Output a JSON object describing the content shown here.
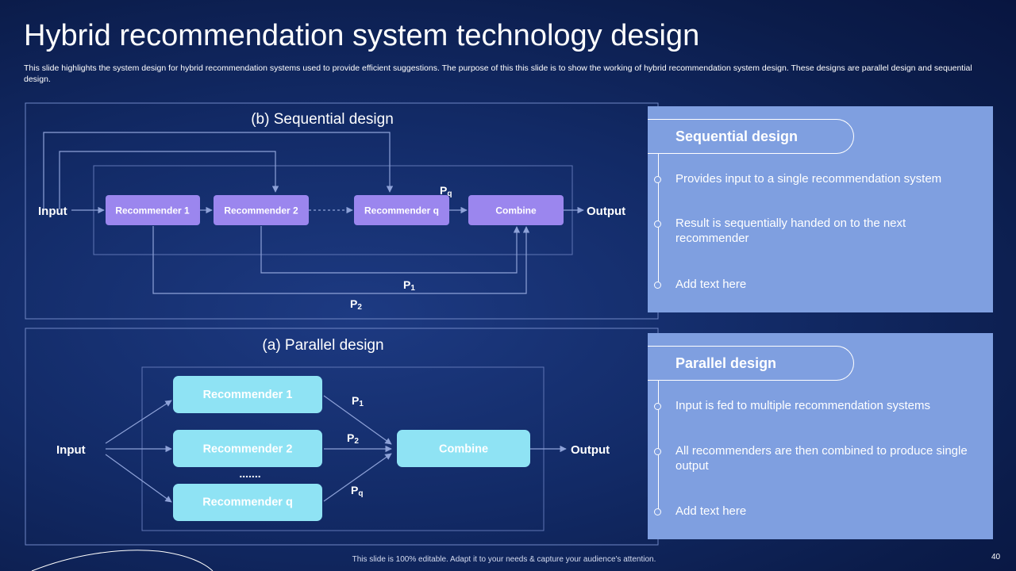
{
  "slide": {
    "title": "Hybrid recommendation system technology design",
    "subtitle": "This slide highlights the system design for hybrid recommendation systems used to provide efficient suggestions. The purpose of this this slide is to show the working of hybrid recommendation system design. These designs are parallel design and sequential design.",
    "footer": "This slide is 100% editable. Adapt it to your needs & capture your audience's attention.",
    "page_number": "40"
  },
  "sequential_diagram": {
    "title": "(b) Sequential design",
    "input": "Input",
    "output": "Output",
    "boxes": [
      "Recommender 1",
      "Recommender 2",
      "Recommender q",
      "Combine"
    ],
    "p_q": {
      "base": "P",
      "sub": "q"
    },
    "p_1": {
      "base": "P",
      "sub": "1"
    },
    "p_2": {
      "base": "P",
      "sub": "2"
    }
  },
  "parallel_diagram": {
    "title": "(a) Parallel design",
    "input": "Input",
    "output": "Output",
    "boxes": [
      "Recommender 1",
      "Recommender 2",
      "Recommender q"
    ],
    "combine": "Combine",
    "ellipsis": ".......",
    "p_1": {
      "base": "P",
      "sub": "1"
    },
    "p_2": {
      "base": "P",
      "sub": "2"
    },
    "p_q": {
      "base": "P",
      "sub": "q"
    }
  },
  "sequential_panel": {
    "heading": "Sequential design",
    "bullets": [
      "Provides input to a single recommendation system",
      "Result is sequentially handed on to the next recommender",
      "Add text here"
    ]
  },
  "parallel_panel": {
    "heading": "Parallel design",
    "bullets": [
      "Input is fed to multiple recommendation systems",
      "All recommenders are then combined to produce single output",
      "Add text here"
    ]
  },
  "colors": {
    "background": "#122a66",
    "panel": "#7f9fe0",
    "sequential_box": "#9b86ee",
    "parallel_box": "#8fe3f4",
    "connector": "#8ea2d8"
  }
}
